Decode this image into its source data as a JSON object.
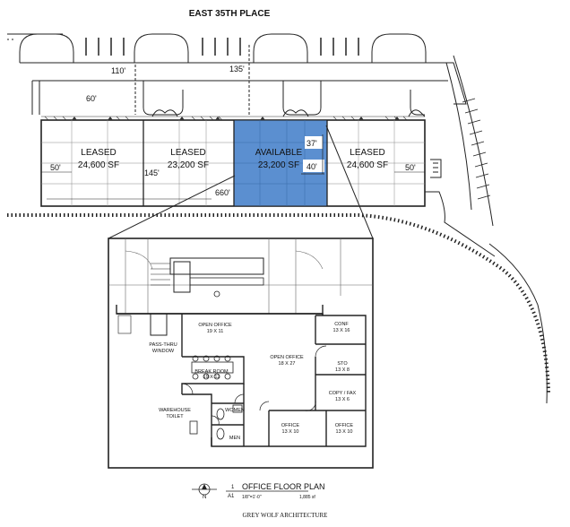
{
  "street": "EAST 35TH PLACE",
  "dims": {
    "d110": "110'",
    "d135": "135'",
    "d60": "60'",
    "d37": "37'",
    "d40": "40'",
    "d50_left": "50'",
    "d50_right": "50'",
    "d145": "145'",
    "d660": "660'"
  },
  "units": [
    {
      "status": "LEASED",
      "area": "24,600 SF"
    },
    {
      "status": "LEASED",
      "area": "23,200 SF"
    },
    {
      "status": "AVAILABLE",
      "area": "23,200 SF"
    },
    {
      "status": "LEASED",
      "area": "24,600 SF"
    }
  ],
  "rooms": {
    "open_office_top": {
      "name": "OPEN OFFICE",
      "size": "19 X 11"
    },
    "open_office_main": {
      "name": "OPEN OFFICE",
      "size": "18 X 27"
    },
    "conf": {
      "name": "CONF",
      "size": "13 X 16"
    },
    "sto": {
      "name": "STO",
      "size": "13 X 8"
    },
    "copy_fax": {
      "name": "COPY / FAX",
      "size": "13 X 6"
    },
    "break_room": {
      "name": "BREAK ROOM",
      "size": "19 X 12"
    },
    "pass_thru": {
      "line1": "PASS-THRU",
      "line2": "WINDOW"
    },
    "warehouse_toilet": {
      "line1": "WAREHOUSE",
      "line2": "TOILET"
    },
    "women": "WOMEN",
    "men": "MEN",
    "office_left": {
      "name": "OFFICE",
      "size": "13 X 10"
    },
    "office_right": {
      "name": "OFFICE",
      "size": "13 X 10"
    }
  },
  "title_block": {
    "number": "1",
    "sheet": "A1",
    "title": "OFFICE FLOOR PLAN",
    "scale": "1/8\"=1'-0\"",
    "area": "1,885 sf",
    "north": "N"
  },
  "architect": "GREY WOLF ARCHITECTURE",
  "colors": {
    "available": "#5b8fd0",
    "line": "#222222"
  }
}
